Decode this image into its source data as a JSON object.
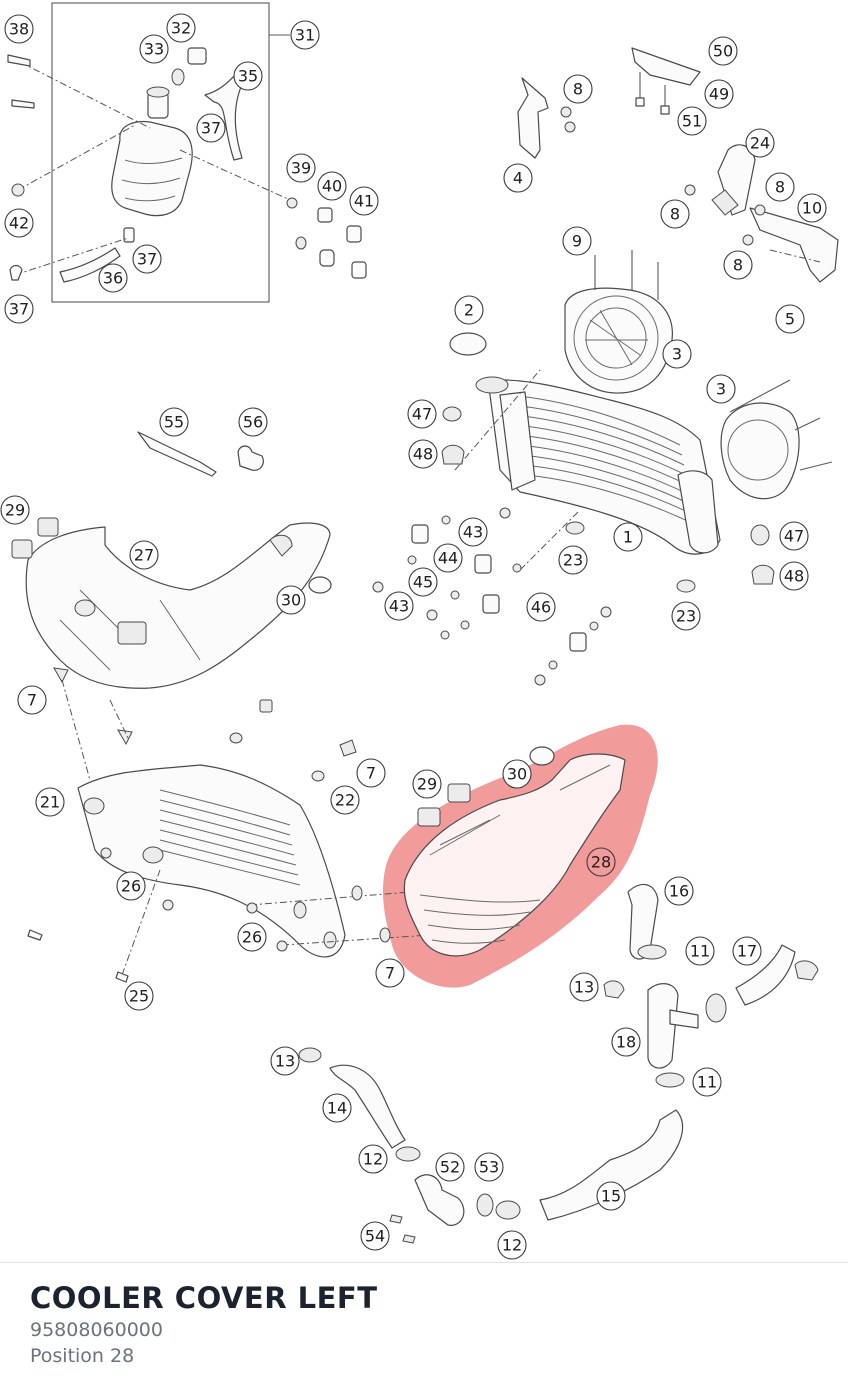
{
  "part": {
    "name": "COOLER COVER LEFT",
    "number": "95808060000",
    "position_label": "Position 28"
  },
  "colors": {
    "highlight": "#f08a8a",
    "title": "#1b2230",
    "meta": "#6b7280"
  },
  "diagram": {
    "highlighted_callout": "28",
    "callouts": [
      "38",
      "32",
      "33",
      "31",
      "35",
      "37",
      "39",
      "40",
      "41",
      "42",
      "37",
      "36",
      "37",
      "8",
      "4",
      "50",
      "49",
      "51",
      "24",
      "8",
      "10",
      "8",
      "8",
      "5",
      "9",
      "2",
      "3",
      "3",
      "47",
      "48",
      "55",
      "56",
      "29",
      "27",
      "43",
      "44",
      "45",
      "43",
      "23",
      "1",
      "47",
      "48",
      "46",
      "30",
      "23",
      "7",
      "21",
      "22",
      "7",
      "29",
      "30",
      "28",
      "26",
      "26",
      "7",
      "25",
      "16",
      "11",
      "17",
      "13",
      "18",
      "11",
      "13",
      "14",
      "12",
      "52",
      "53",
      "15",
      "54",
      "12"
    ]
  }
}
